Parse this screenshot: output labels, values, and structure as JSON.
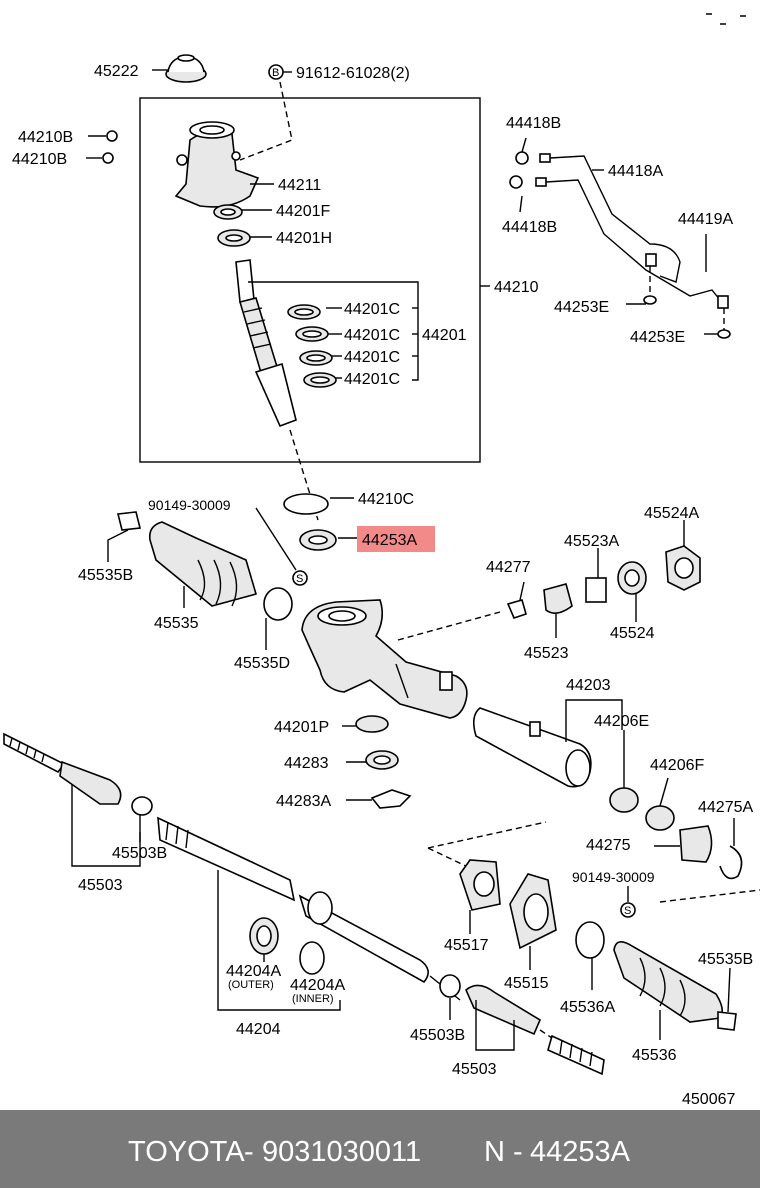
{
  "labels": {
    "l45222": "45222",
    "l91612": "91612-61028(2)",
    "l44210B_1": "44210B",
    "l44210B_2": "44210B",
    "l44211": "44211",
    "l44201F": "44201F",
    "l44201H": "44201H",
    "l44201C_1": "44201C",
    "l44201C_2": "44201C",
    "l44201C_3": "44201C",
    "l44201C_4": "44201C",
    "l44201": "44201",
    "l44210": "44210",
    "l44418B_1": "44418B",
    "l44418B_2": "44418B",
    "l44418A": "44418A",
    "l44419A": "44419A",
    "l44253E_1": "44253E",
    "l44253E_2": "44253E",
    "l44210C": "44210C",
    "l90149_1": "90149-30009",
    "l44253A": "44253A",
    "l45535B_1": "45535B",
    "l45535": "45535",
    "l45535D": "45535D",
    "l44277": "44277",
    "l45523A": "45523A",
    "l45524A": "45524A",
    "l45523": "45523",
    "l45524": "45524",
    "l44203": "44203",
    "l44206E": "44206E",
    "l44201P": "44201P",
    "l44283": "44283",
    "l44283A": "44283A",
    "l44206F": "44206F",
    "l44275A": "44275A",
    "l44275": "44275",
    "l45503B_1": "45503B",
    "l45503_1": "45503",
    "l90149_2": "90149-30009",
    "l45535B_2": "45535B",
    "l45517": "45517",
    "l45515": "45515",
    "l45536A": "45536A",
    "l44204A_1": "44204A",
    "l44204A_2": "44204A",
    "outer": "(OUTER)",
    "inner": "(INNER)",
    "l44204": "44204",
    "l45503B_2": "45503B",
    "l45536": "45536",
    "l45503_2": "45503",
    "l450067": "450067",
    "boltS_1": "S",
    "boltS_2": "S",
    "boltB": "B"
  },
  "highlight": {
    "label": "44253A",
    "color": "#f28a8a"
  },
  "footer": {
    "maker": "TOYOTA",
    "sep1": "-",
    "part_number": "9031030011",
    "n": "N",
    "sep2": "-",
    "ref": "44253A"
  },
  "colors": {
    "footer_bg": "#7a7a7a",
    "footer_text": "#ffffff"
  }
}
